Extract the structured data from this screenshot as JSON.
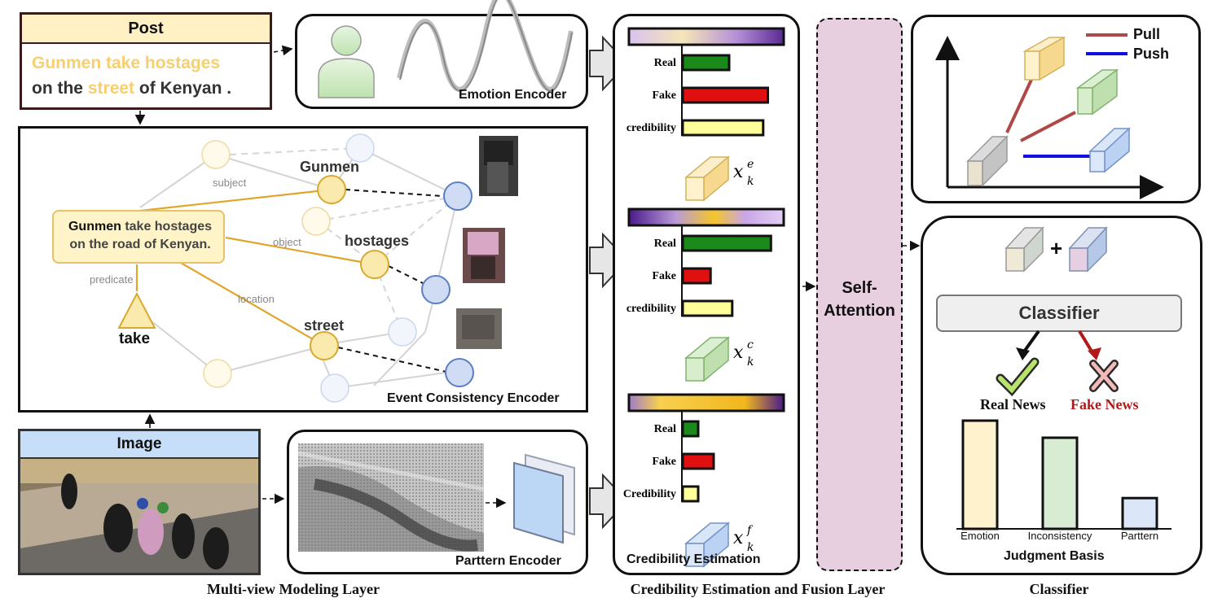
{
  "post": {
    "header": "Post",
    "line1_highlight": "Gunmen take hostages",
    "line2_start": "on the",
    "line2_highlight": "street",
    "line2_end": "of Kenyan ."
  },
  "emotion_encoder": {
    "label": "Emotion Encoder"
  },
  "event_graph": {
    "claim_bold": "Gunmen",
    "claim_rest1": "take hostages",
    "claim_line2": "on the road of Kenyan.",
    "node_gunmen": "Gunmen",
    "node_hostages": "hostages",
    "node_street": "street",
    "node_take": "take",
    "edge_subject": "subject",
    "edge_object": "object",
    "edge_predicate": "predicate",
    "edge_location": "location",
    "label": "Event Consistency Encoder"
  },
  "image_panel": {
    "header": "Image"
  },
  "pattern_encoder": {
    "label": "Parttern Encoder"
  },
  "credibility": {
    "label": "Credibility Estimation",
    "panels": [
      {
        "labels": [
          "Real",
          "Fake",
          "credibility"
        ],
        "values": [
          0.3,
          0.55,
          0.52
        ],
        "feature": "x_k^e",
        "sup": "e"
      },
      {
        "labels": [
          "Real",
          "Fake",
          "credibility"
        ],
        "values": [
          0.57,
          0.18,
          0.32
        ],
        "feature": "x_k^c",
        "sup": "c"
      },
      {
        "labels": [
          "Real",
          "Fake",
          "Credibility"
        ],
        "values": [
          0.1,
          0.2,
          0.1
        ],
        "feature": "x_k^f",
        "sup": "f"
      }
    ],
    "colors": {
      "real": "#1a8a1a",
      "fake": "#e01010",
      "cred": "#ffff99"
    }
  },
  "fusion": {
    "line1": "Self-",
    "line2": "Attention"
  },
  "contrast": {
    "pull": "Pull",
    "push": "Push",
    "pull_color": "#b04848",
    "push_color": "#1010e0"
  },
  "classifier": {
    "box_label": "Classifier",
    "real": "Real News",
    "fake": "Fake News",
    "basis_title": "Judgment Basis",
    "basis_categories": [
      "Emotion",
      "Inconsistency",
      "Parttern"
    ],
    "basis_values": [
      0.95,
      0.8,
      0.27
    ]
  },
  "captions": {
    "left": "Multi-view Modeling Layer",
    "middle": "Credibility Estimation and Fusion Layer",
    "right": "Classifier"
  },
  "symbols": {
    "x": "x",
    "k": "k",
    "plus": "+"
  }
}
